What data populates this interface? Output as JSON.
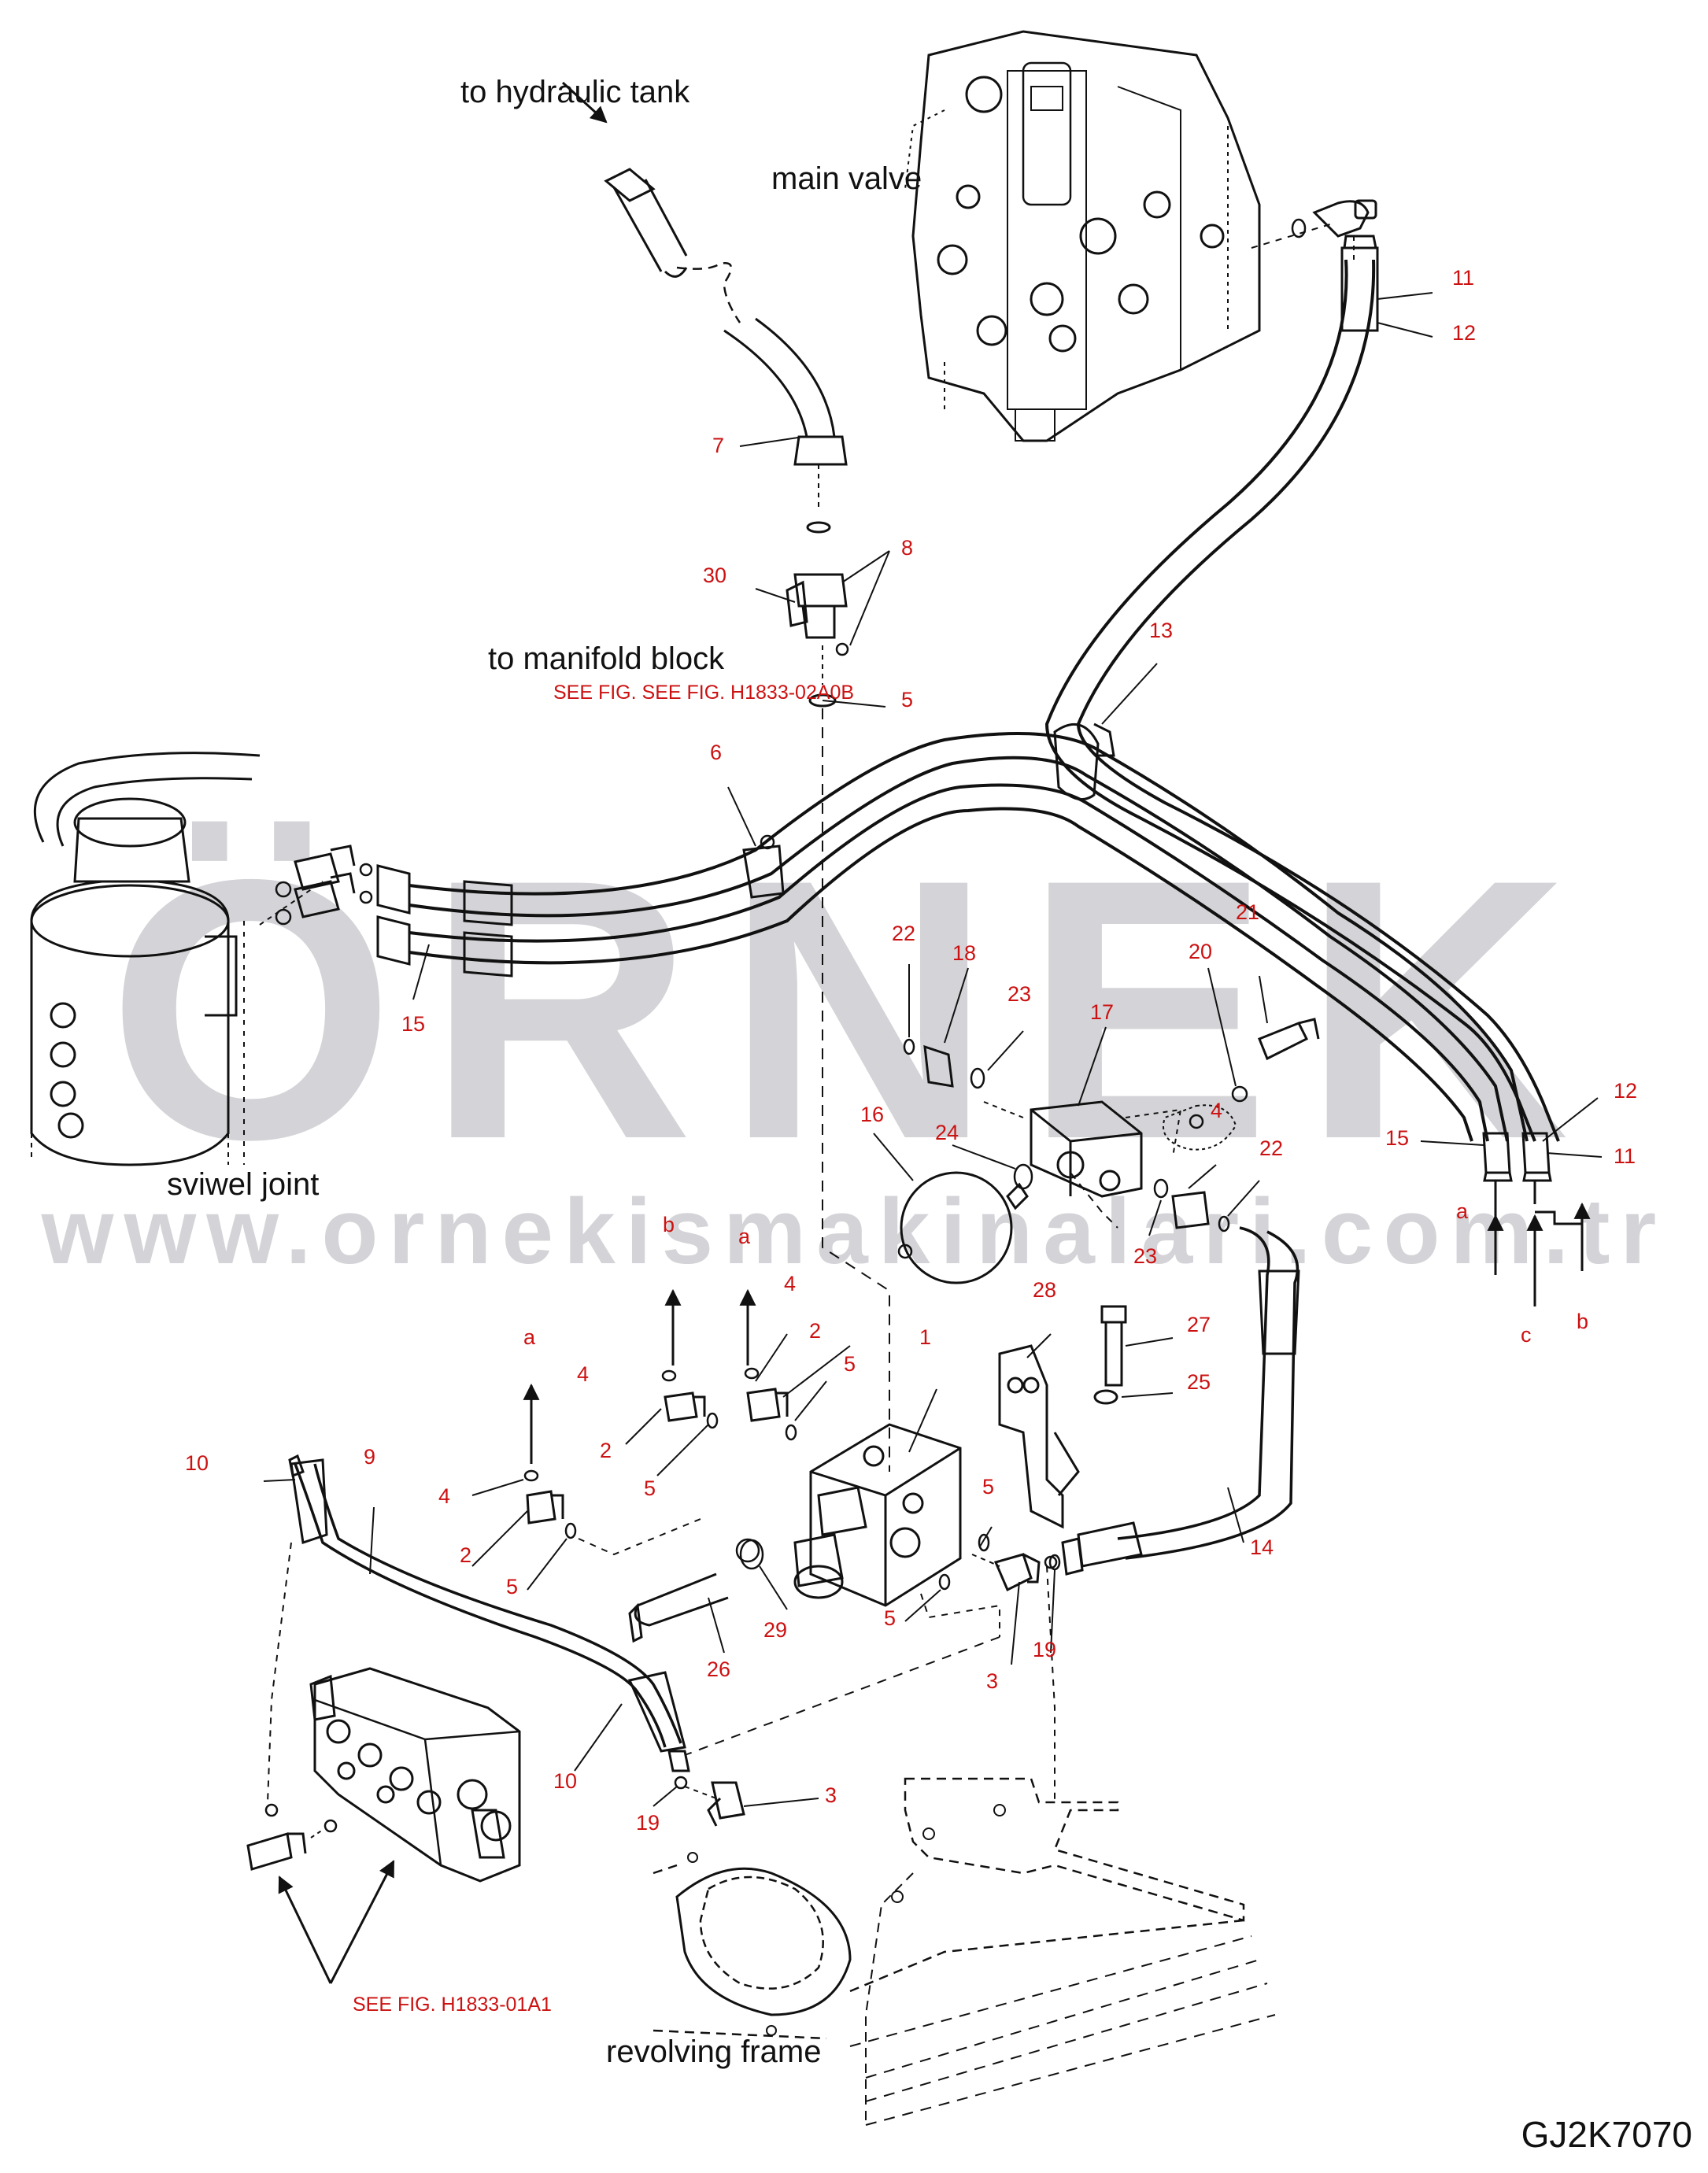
{
  "watermark": {
    "brand": "ÖRNEK",
    "url": "www.ornekismakinalari.com.tr"
  },
  "labels": {
    "to_hydraulic_tank": "to hydraulic tank",
    "main_valve": "main valve",
    "to_manifold_block": "to manifold block",
    "see_fig_manifold": "SEE FIG. SEE FIG. H1833-02A0B",
    "swivel_joint": "sviwel joint",
    "see_fig_bottom": "SEE FIG. H1833-01A1",
    "revolving_frame": "revolving frame"
  },
  "drawing_code": "GJ2K7070",
  "callouts": [
    {
      "id": "c7",
      "text": "7"
    },
    {
      "id": "c8",
      "text": "8"
    },
    {
      "id": "c30",
      "text": "30"
    },
    {
      "id": "c5a",
      "text": "5"
    },
    {
      "id": "c6",
      "text": "6"
    },
    {
      "id": "c11a",
      "text": "11"
    },
    {
      "id": "c12a",
      "text": "12"
    },
    {
      "id": "c13",
      "text": "13"
    },
    {
      "id": "c15a",
      "text": "15"
    },
    {
      "id": "c22a",
      "text": "22"
    },
    {
      "id": "c18",
      "text": "18"
    },
    {
      "id": "c23a",
      "text": "23"
    },
    {
      "id": "c21",
      "text": "21"
    },
    {
      "id": "c20",
      "text": "20"
    },
    {
      "id": "c17",
      "text": "17"
    },
    {
      "id": "c4a",
      "text": "4"
    },
    {
      "id": "c16",
      "text": "16"
    },
    {
      "id": "c24",
      "text": "24"
    },
    {
      "id": "c22b",
      "text": "22"
    },
    {
      "id": "c23b",
      "text": "23"
    },
    {
      "id": "c12b",
      "text": "12"
    },
    {
      "id": "c15b",
      "text": "15"
    },
    {
      "id": "c11b",
      "text": "11"
    },
    {
      "id": "ca1",
      "text": "a"
    },
    {
      "id": "cc",
      "text": "c"
    },
    {
      "id": "cb1",
      "text": "b"
    },
    {
      "id": "cb2",
      "text": "b"
    },
    {
      "id": "ca2",
      "text": "a"
    },
    {
      "id": "c4b",
      "text": "4"
    },
    {
      "id": "ca3",
      "text": "a"
    },
    {
      "id": "c2a",
      "text": "2"
    },
    {
      "id": "c4c",
      "text": "4"
    },
    {
      "id": "c5b",
      "text": "5"
    },
    {
      "id": "c1",
      "text": "1"
    },
    {
      "id": "c28",
      "text": "28"
    },
    {
      "id": "c27",
      "text": "27"
    },
    {
      "id": "c25",
      "text": "25"
    },
    {
      "id": "c2b",
      "text": "2"
    },
    {
      "id": "c5c",
      "text": "5"
    },
    {
      "id": "c10a",
      "text": "10"
    },
    {
      "id": "c9",
      "text": "9"
    },
    {
      "id": "c4d",
      "text": "4"
    },
    {
      "id": "c2c",
      "text": "2"
    },
    {
      "id": "c5d",
      "text": "5"
    },
    {
      "id": "c5e",
      "text": "5"
    },
    {
      "id": "c14",
      "text": "14"
    },
    {
      "id": "c29",
      "text": "29"
    },
    {
      "id": "c26",
      "text": "26"
    },
    {
      "id": "c5f",
      "text": "5"
    },
    {
      "id": "c3a",
      "text": "3"
    },
    {
      "id": "c19a",
      "text": "19"
    },
    {
      "id": "c10b",
      "text": "10"
    },
    {
      "id": "c19b",
      "text": "19"
    },
    {
      "id": "c3b",
      "text": "3"
    }
  ]
}
